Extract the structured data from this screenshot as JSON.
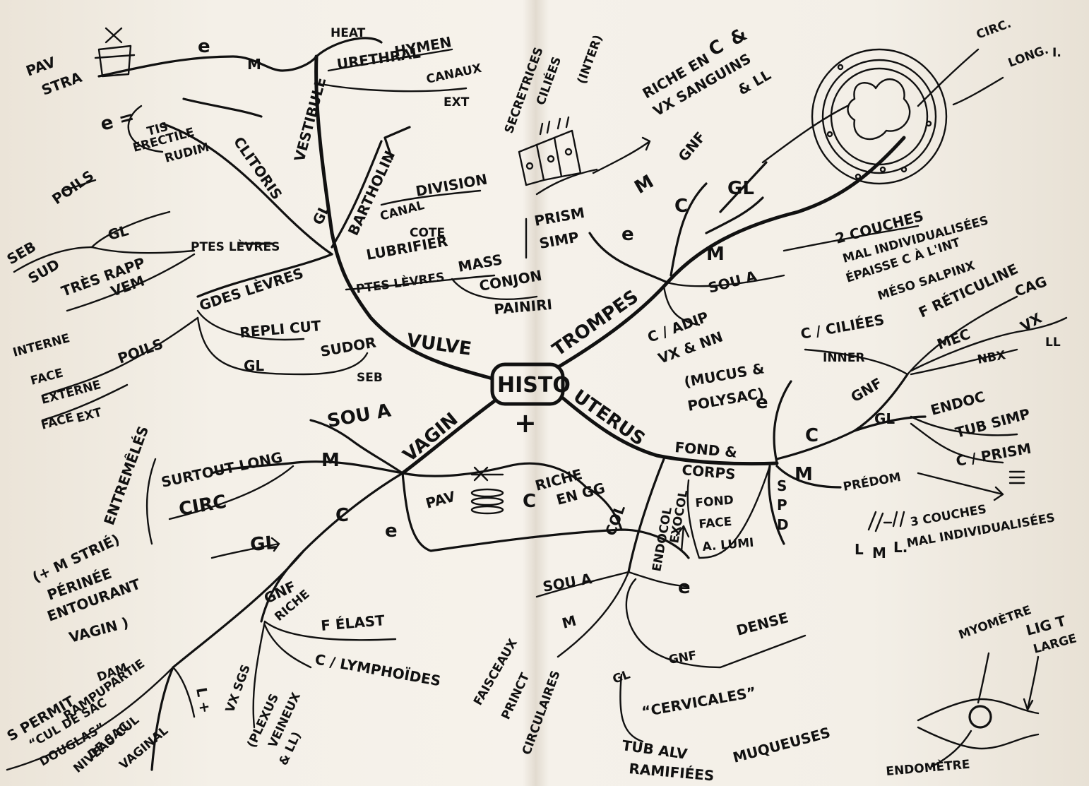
{
  "center": {
    "title": "HISTO",
    "symbol": "+"
  },
  "branches": {
    "vulve": {
      "label": "VULVE",
      "vestibule": "VESTIBULE",
      "vestibule_parts": [
        "HEAT",
        "URETHRAL",
        "HYMEN",
        "CANAUX",
        "EXT"
      ],
      "epithelium": "e",
      "mucosa": "M",
      "pav": "PAV",
      "stra": "STRA",
      "clitoris": "CLITORIS",
      "e_equals": "e =",
      "tis_erectile": "TIS",
      "erectile": "ERECTILE",
      "rudim": "RUDIM",
      "bartholin": "BARTHOLIN",
      "gl": "GL",
      "bartholin_details": [
        "DIVISION",
        "CANAL",
        "COTE",
        "LUBRIFIER"
      ],
      "pt_levres": "PTES LÈVRES",
      "pt_levres_items": [
        "POILS",
        "GL",
        "SEB",
        "SUD",
        "TRÈS RAPP",
        "VEM"
      ],
      "gd_levres": "GDES LÈVRES",
      "gd_levres_items": [
        "MASS",
        "CONJON",
        "PAINIRI",
        "REPLI CUT",
        "GL",
        "SUDOR",
        "SEB",
        "POILS"
      ],
      "face_labels": [
        "FACE",
        "INTERNE",
        "EXTERNE",
        "FACE",
        "EXT"
      ]
    },
    "trompes": {
      "label": "TROMPES",
      "epithelium": "e",
      "prism": "PRISM",
      "simp": "SIMP",
      "cell_types": [
        "SECRETRICES",
        "CILIÉES",
        "(INTER)"
      ],
      "riche": "RICHE EN",
      "riche_items": [
        "C",
        "&",
        "VX SANGUINS",
        "& LL"
      ],
      "m": "M",
      "c": "C",
      "gnf": "GNF",
      "gl_crossed": "GL",
      "muscle": "M",
      "sou_a": "SOU A",
      "couche": "2 COUCHES",
      "couche_detail": [
        "MAL INDIVIDUALISÉES",
        "ÉPAISSE C À L'INT",
        "MÉSO SALPINX"
      ],
      "sou_a_details": [
        "C / ADIP",
        "VX & NN"
      ],
      "cross_section": [
        "CIRC.",
        "LONG.",
        "I."
      ]
    },
    "uterus": {
      "label": "UTERUS",
      "fond": "FOND &",
      "corps": "CORPS",
      "epithelium": "e",
      "mucus": "(MUCUS &",
      "polysac": "POLYSAC)",
      "c": "C",
      "m": "M",
      "gnf": "GNF",
      "gnf_items": [
        "C / CILIÉES",
        "INNER",
        "F RÉTICULINE",
        "CAG",
        "MEC",
        "VX",
        "LL",
        "NBX"
      ],
      "gl": "GL",
      "gl_items": [
        "ENDOC",
        "TUB SIMP",
        "C / PRISM"
      ],
      "predom": "PRÉDOM",
      "muscle": "3 COUCHES",
      "muscle_detail": "MAL INDIVIDUALISÉES",
      "muscle_layers": [
        "L",
        "M",
        "L."
      ],
      "s_p_d": [
        "S",
        "P",
        "D"
      ],
      "fond_details": [
        "FOND",
        "FACE",
        "A. LUMI"
      ],
      "col": "COL",
      "endocol": "ENDOCOL",
      "exocol": "EXOCOL",
      "exo_e": "e",
      "exo_sou_a": "SOU A",
      "exo_m": "M",
      "gnf_dense": [
        "GNF",
        "DENSE"
      ],
      "fibrillaire": "FAISCEAUX",
      "directions": [
        "PRINCT",
        "CIRCULAIRES"
      ],
      "cervicales": "“CERVICALES”",
      "tub_alv": "TUB ALV",
      "ramifiees": "RAMIFIÉES",
      "muqueuses": "MUQUEUSES"
    },
    "vagin": {
      "label": "VAGIN",
      "epithelium": "e",
      "pav": "PAV",
      "non_ker": "C",
      "riche": "RICHE",
      "riche_detail": "EN GG",
      "sou_a": "SOU A",
      "m": "M",
      "m_items": [
        "SURTOUT LONG",
        "CIRC"
      ],
      "c": "C",
      "gl": "GL",
      "entremeles": "ENTREMÊLÉS",
      "perinee": [
        "(+ M STRIÉ)",
        "PÉRINÉE",
        "ENTOURANT",
        "VAGIN )"
      ],
      "gnf": "GNF",
      "gnf_items": [
        "RICHE",
        "F ÉLAST",
        "C / LYMPHOÏDES"
      ],
      "vx_sgs": "VX SGS",
      "plexus": [
        "(PLEXUS",
        "VEINEUX",
        "& LL)"
      ],
      "l_plus": "L +",
      "sperm": [
        "S PERMIT",
        "“CUL DE SAC",
        "DOUGLAS”"
      ],
      "dam": "DAM",
      "rami": "RAMPUPARTIE",
      "niveau": [
        "NIVEAU CUL",
        "DE SAC",
        "VAGINAL"
      ]
    },
    "legend": {
      "labels": [
        "MYOMÈTRE",
        "LIG T",
        "LARGE",
        "ENDOMÈTRE"
      ]
    }
  }
}
